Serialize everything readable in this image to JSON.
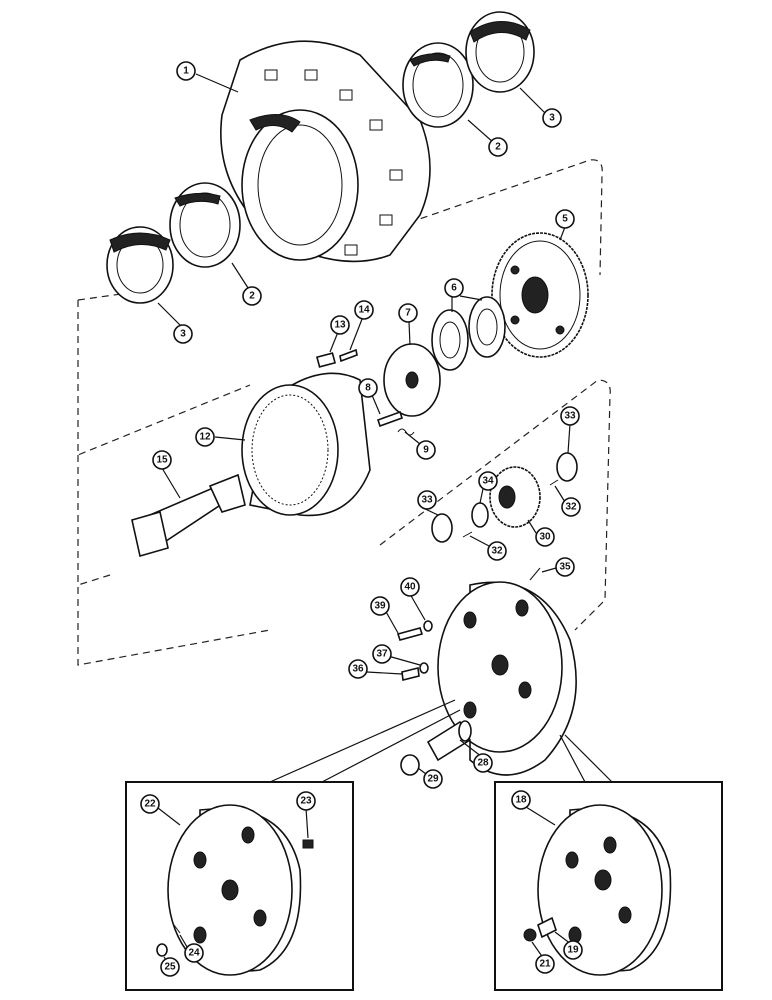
{
  "callouts": {
    "c1": "1",
    "c2a": "2",
    "c2b": "2",
    "c3a": "3",
    "c3b": "3",
    "c5": "5",
    "c6": "6",
    "c7": "7",
    "c8": "8",
    "c9": "9",
    "c12": "12",
    "c13": "13",
    "c14": "14",
    "c15": "15",
    "c18": "18",
    "c19": "19",
    "c21": "21",
    "c22": "22",
    "c23": "23",
    "c24": "24",
    "c25": "25",
    "c28": "28",
    "c29": "29",
    "c30": "30",
    "c32a": "32",
    "c32b": "32",
    "c33a": "33",
    "c33b": "33",
    "c34": "34",
    "c35": "35",
    "c36": "36",
    "c37": "37",
    "c39": "39",
    "c40": "40"
  }
}
